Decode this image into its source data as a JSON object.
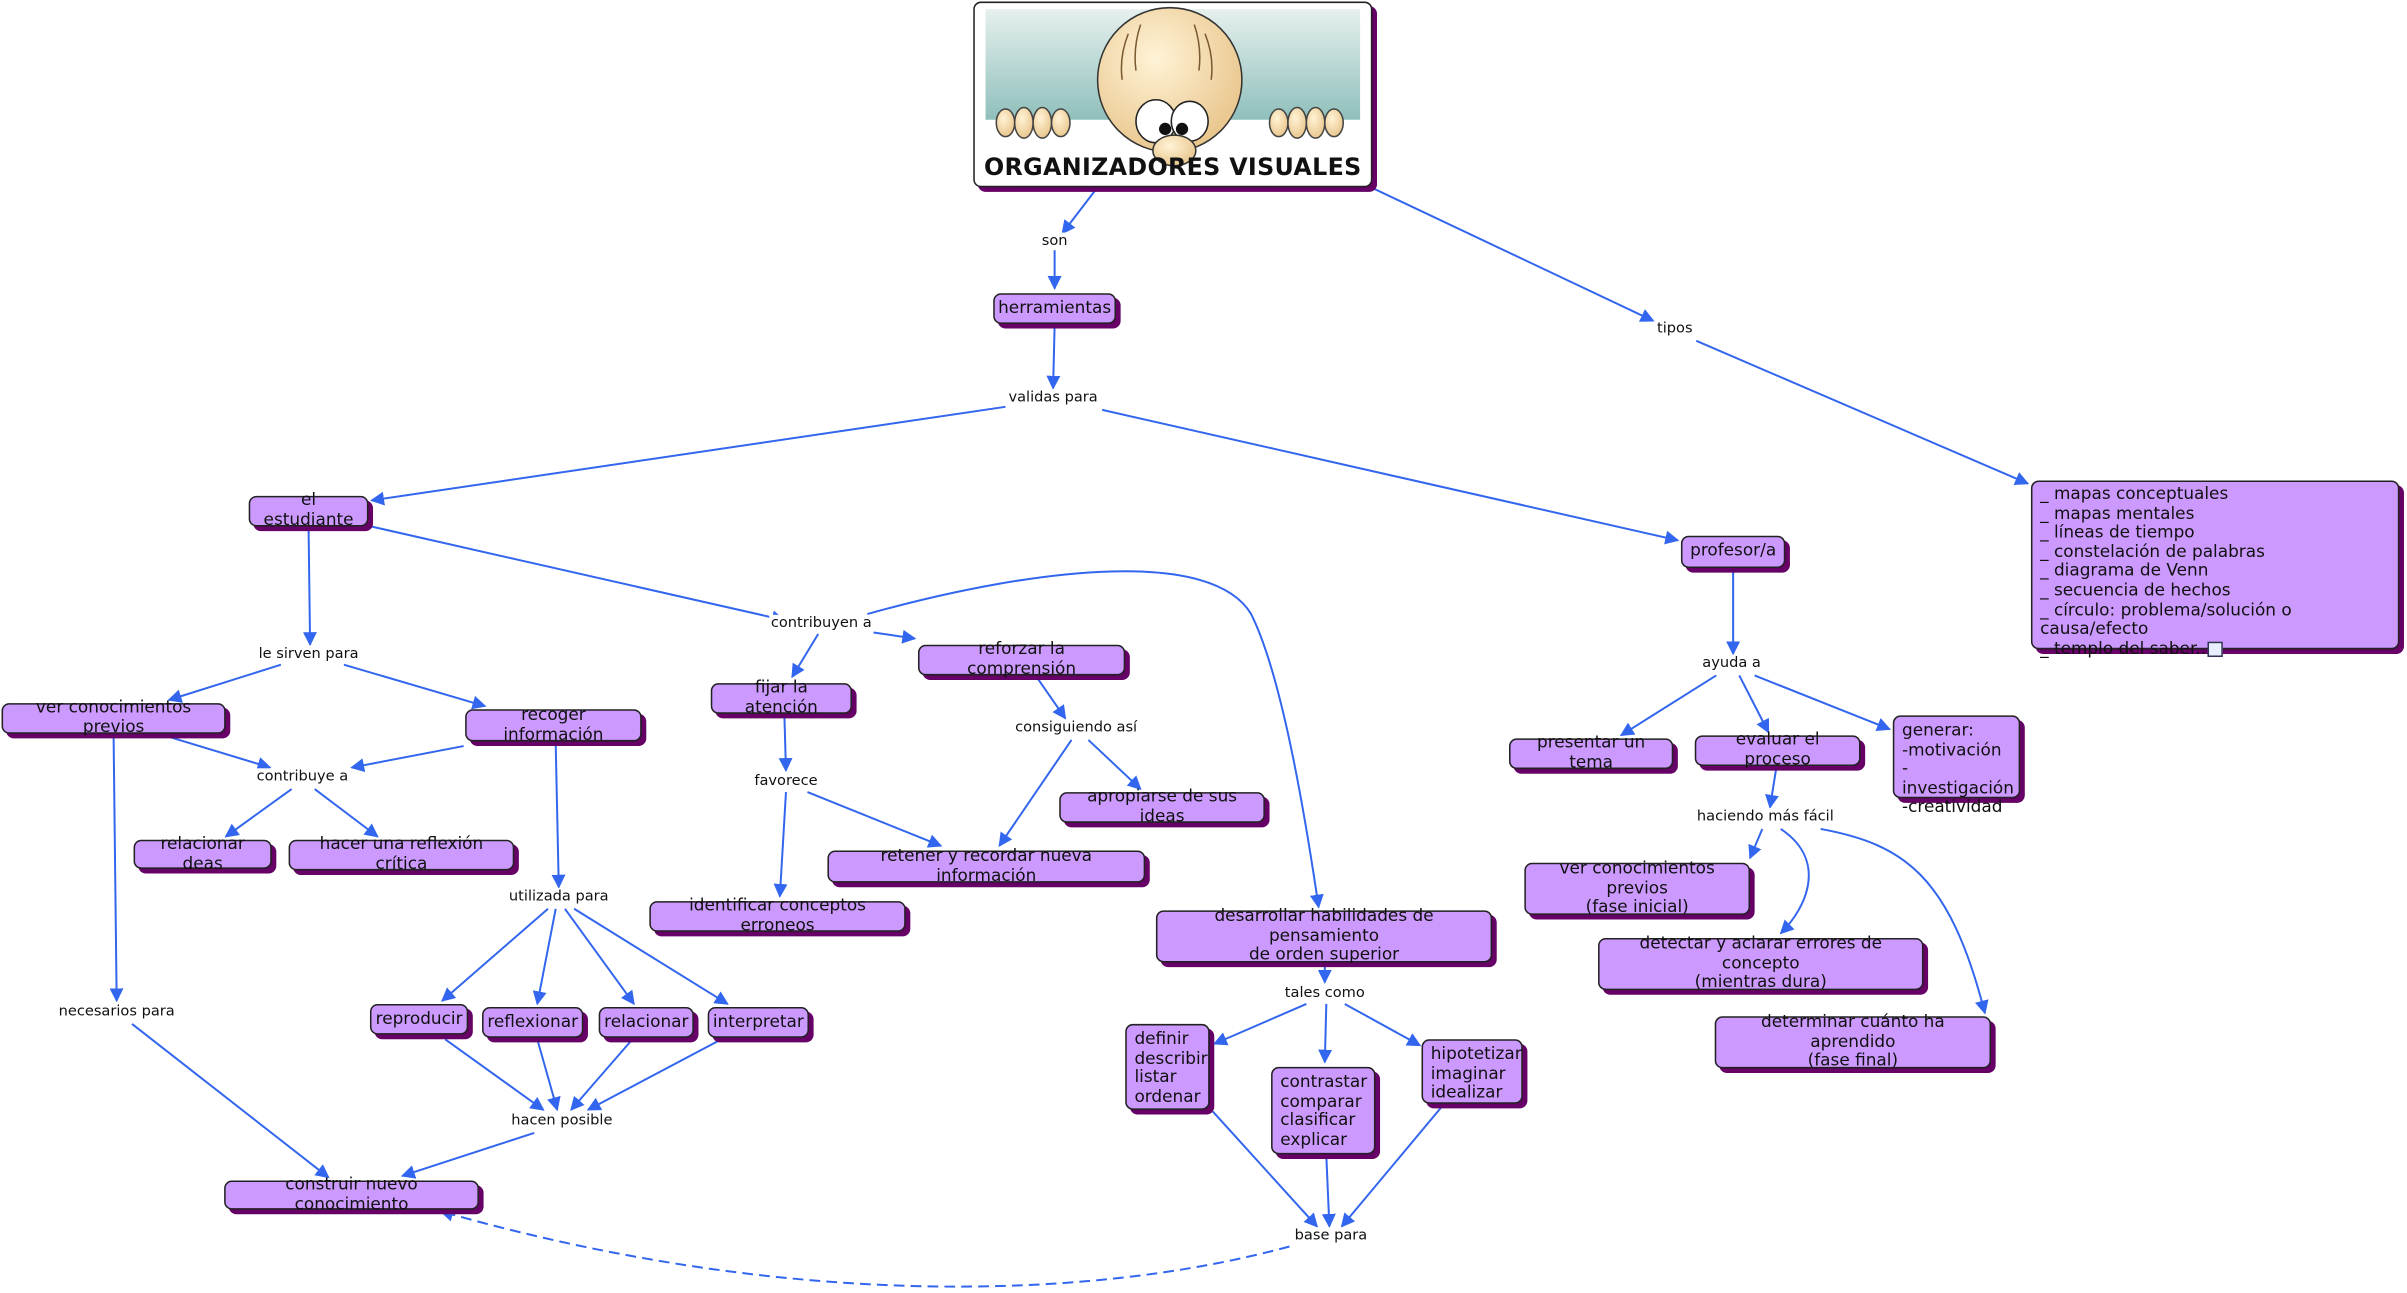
{
  "colors": {
    "node_fill": "#cc99ff",
    "node_shadow": "#660066",
    "arrow": "#3366ee"
  },
  "title": "ORGANIZADORES VISUALES",
  "nodes": {
    "herramientas": "herramientas",
    "estudiante": "el estudiante",
    "profesor": "profesor/a",
    "tipos_list": "_ mapas conceptuales\n_ mapas mentales\n_ líneas de tiempo\n_ constelación de palabras\n_ diagrama de Venn\n_ secuencia de hechos\n_ círculo: problema/solución o causa/efecto\n_ templo del saber...",
    "ver_previos": "ver conocimientos previos",
    "recoger": "recoger información",
    "relacionar_deas": "relacionar deas",
    "reflexion_critica": "hacer una reflexión crítica",
    "fijar": "fijar la atención",
    "reforzar": "reforzar la comprensión",
    "apropiarse": "apropiarse de sus ideas",
    "retener": "retener y recordar nueva información",
    "identificar": "identificar conceptos erroneos",
    "desarrollar": "desarrollar habilidades de pensamiento\nde orden superior",
    "reproducir": "reproducir",
    "reflexionar": "reflexionar",
    "relacionar": "relacionar",
    "interpretar": "interpretar",
    "construir": "construir nuevo conocimiento",
    "definir": "definir\ndescribir\nlistar\nordenar",
    "contrastar": "contrastar\ncomparar\nclasificar\nexplicar",
    "hipotetizar": "hipotetizar\nimaginar\nidealizar",
    "presentar": "presentar un tema",
    "evaluar": "evaluar el proceso",
    "generar": "generar:\n-motivación\n-investigación\n-creatividad",
    "fase_inicial": "ver conocimientos previos\n(fase inicial)",
    "detectar": "detectar y aclarar errores de concepto\n(mientras dura)",
    "determinar": "determinar cuánto ha aprendido\n(fase final)"
  },
  "links": {
    "son": "son",
    "validas": "validas para",
    "tipos": "tipos",
    "contribuyen": "contribuyen a",
    "sirven": "le sirven para",
    "contribuye": "contribuye a",
    "utilizada": "utilizada para",
    "favorece": "favorece",
    "consiguiendo": "consiguiendo así",
    "tales": "tales como",
    "hacen": "hacen posible",
    "base": "base para",
    "necesarios": "necesarios para",
    "ayuda": "ayuda a",
    "haciendo": "haciendo más fácil"
  }
}
